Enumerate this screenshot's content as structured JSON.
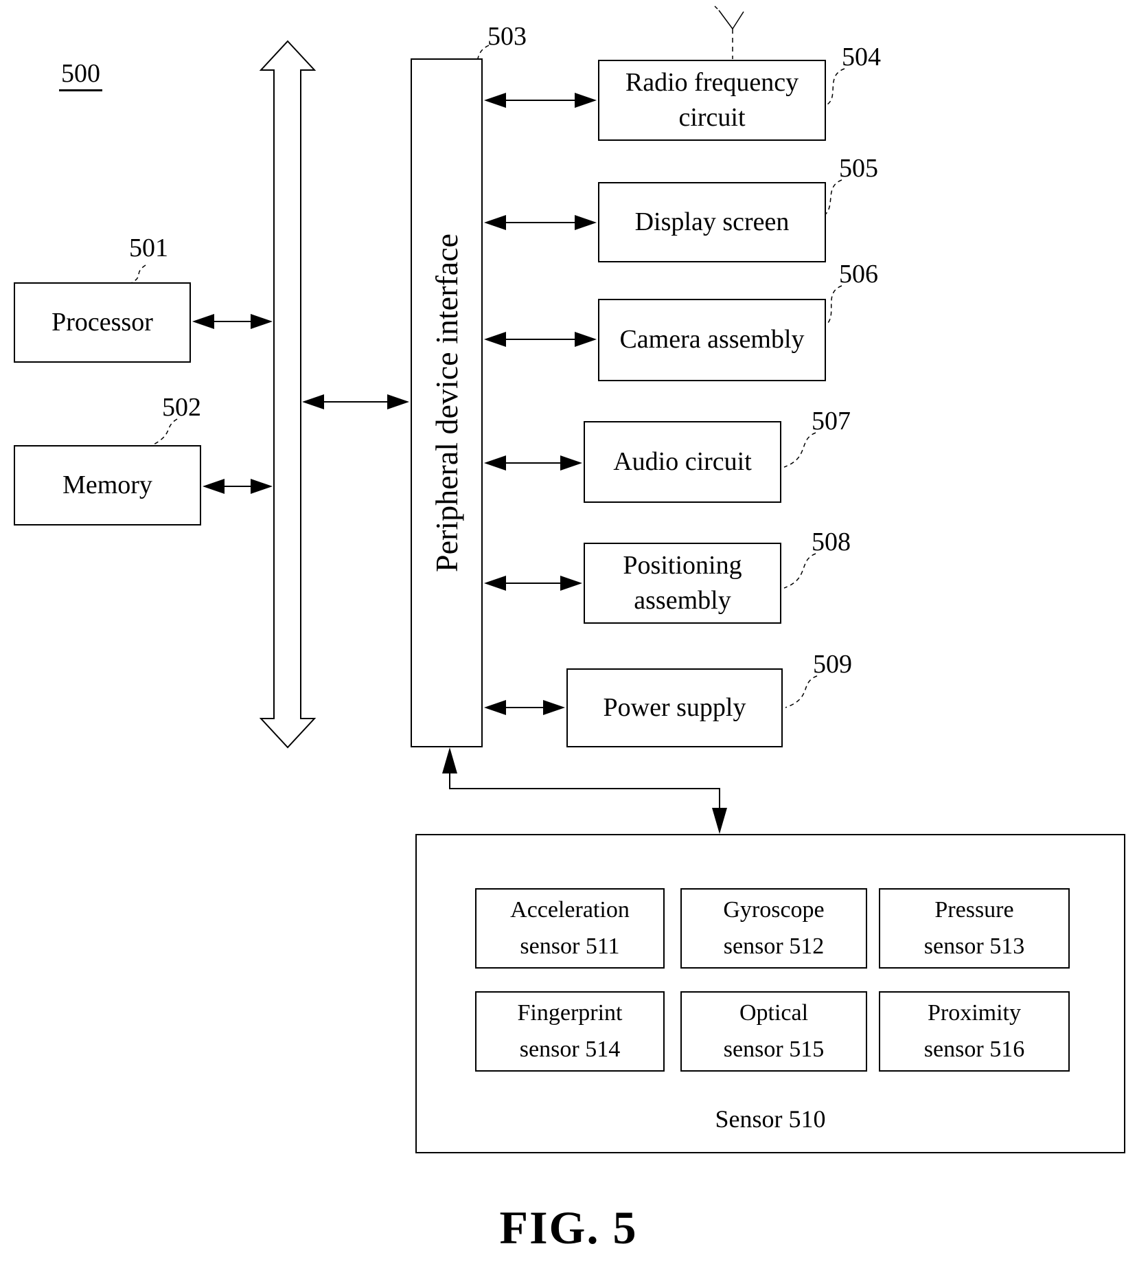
{
  "figure_label": "500",
  "caption": "FIG. 5",
  "core": {
    "processor": {
      "label": "Processor",
      "ref": "501"
    },
    "memory": {
      "label": "Memory",
      "ref": "502"
    },
    "interface": {
      "label": "Peripheral device interface",
      "ref": "503"
    }
  },
  "peripherals": [
    {
      "label": "Radio frequency circuit",
      "ref": "504"
    },
    {
      "label": "Display screen",
      "ref": "505"
    },
    {
      "label": "Camera assembly",
      "ref": "506"
    },
    {
      "label": "Audio circuit",
      "ref": "507"
    },
    {
      "label": "Positioning assembly",
      "ref": "508"
    },
    {
      "label": "Power supply",
      "ref": "509"
    }
  ],
  "sensor_group": {
    "label": "Sensor",
    "ref": "510",
    "sensors": [
      {
        "line1": "Acceleration",
        "line2": "sensor",
        "ref": "511"
      },
      {
        "line1": "Gyroscope",
        "line2": "sensor",
        "ref": "512"
      },
      {
        "line1": "Pressure",
        "line2": "sensor",
        "ref": "513"
      },
      {
        "line1": "Fingerprint",
        "line2": "sensor",
        "ref": "514"
      },
      {
        "line1": "Optical",
        "line2": "sensor",
        "ref": "515"
      },
      {
        "line1": "Proximity",
        "line2": "sensor",
        "ref": "516"
      }
    ]
  },
  "icons": {
    "antenna": "antenna-icon",
    "bus": "bus-double-arrow"
  },
  "colors": {
    "line": "#000000",
    "background": "#ffffff"
  }
}
